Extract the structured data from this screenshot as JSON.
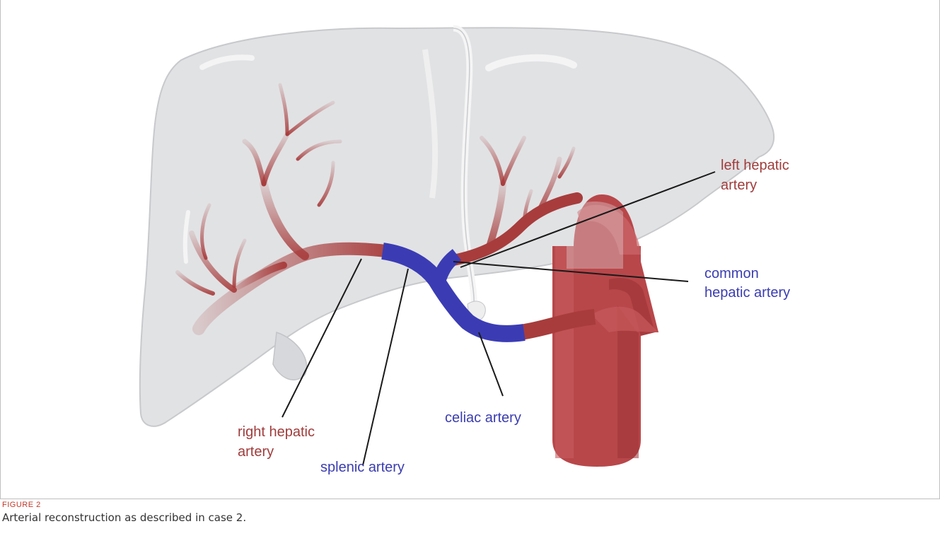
{
  "diagram": {
    "labels": {
      "left_hepatic_line1": "left hepatic",
      "left_hepatic_line2": "artery",
      "common_hepatic_line1": "common",
      "common_hepatic_line2": "hepatic artery",
      "right_hepatic_line1": "right hepatic",
      "right_hepatic_line2": "artery",
      "splenic": "splenic artery",
      "celiac": "celiac artery"
    },
    "colors": {
      "native_artery": "#a83c3c",
      "reconstruction": "#3b3cb4",
      "aorta": "#b8474a",
      "liver": "#e2e2e4"
    }
  },
  "caption": {
    "figure_number": "FIGURE 2",
    "text": "Arterial reconstruction as described in case 2."
  }
}
